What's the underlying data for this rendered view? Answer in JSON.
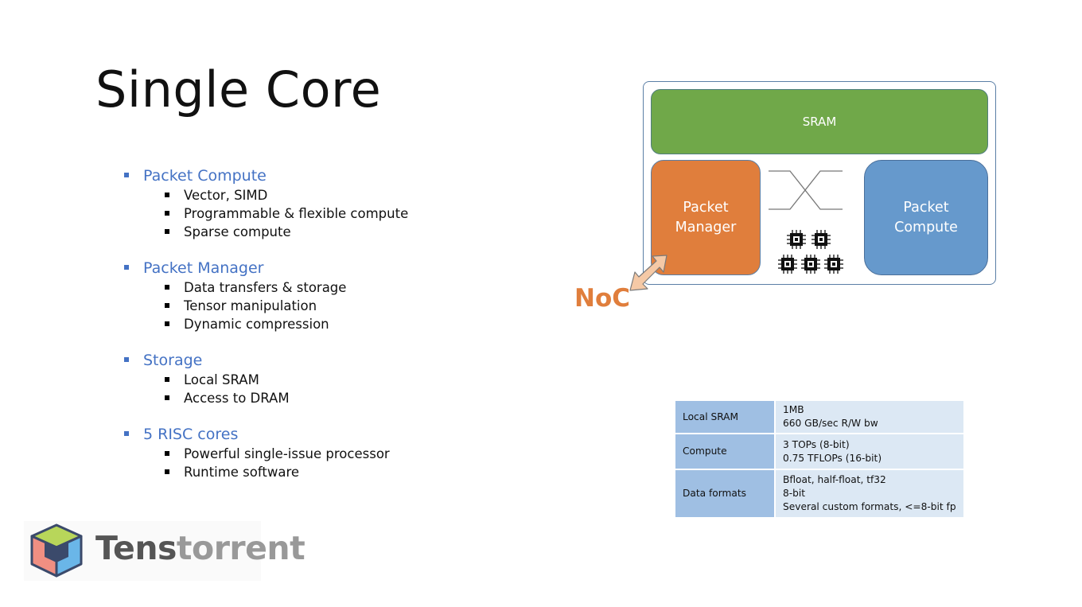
{
  "slide": {
    "title": "Single Core",
    "sections": [
      {
        "heading": "Packet Compute",
        "items": [
          "Vector, SIMD",
          "Programmable & flexible compute",
          "Sparse compute"
        ]
      },
      {
        "heading": "Packet Manager",
        "items": [
          "Data transfers & storage",
          "Tensor manipulation",
          "Dynamic compression"
        ]
      },
      {
        "heading": "Storage",
        "items": [
          "Local SRAM",
          "Access to DRAM"
        ]
      },
      {
        "heading": "5 RISC cores",
        "items": [
          "Powerful single-issue processor",
          "Runtime software"
        ]
      }
    ]
  },
  "diagram": {
    "sram_label": "SRAM",
    "packet_manager_label": "Packet\nManager",
    "packet_compute_label": "Packet\nCompute",
    "noc_label": "NoC",
    "colors": {
      "sram": "#70a849",
      "packet_manager": "#e07e3c",
      "packet_compute": "#6699cc",
      "noc": "#e07e3c"
    }
  },
  "spec_table": [
    {
      "key": "Local SRAM",
      "lines": [
        "1MB",
        "660 GB/sec R/W bw"
      ]
    },
    {
      "key": "Compute",
      "lines": [
        "3 TOPs (8-bit)",
        "0.75 TFLOPs (16-bit)"
      ]
    },
    {
      "key": "Data formats",
      "lines": [
        "Bfloat, half-float, tf32",
        "8-bit",
        "Several custom formats, <=8-bit fp"
      ]
    }
  ],
  "logo": {
    "text_dark": "Tens",
    "text_light": "torrent",
    "icon": "tenstorrent-cube-logo"
  }
}
